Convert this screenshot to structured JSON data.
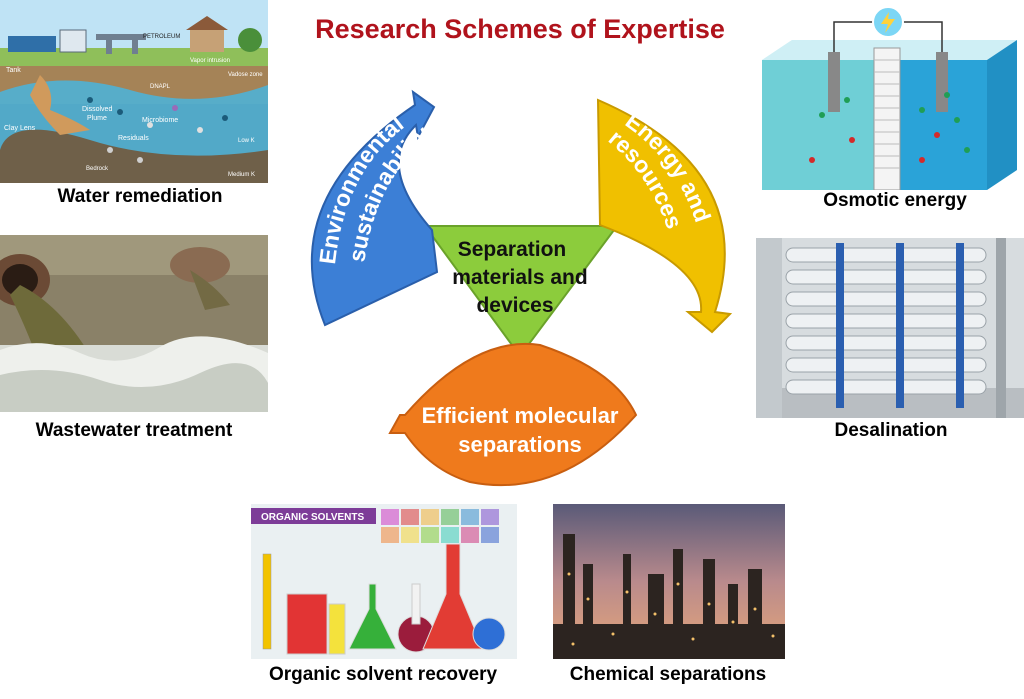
{
  "title": "Research Schemes of Expertise",
  "center": {
    "line1": "Separation",
    "line2": "materials and",
    "line3": "devices"
  },
  "arrows": {
    "environmental": {
      "line1": "Environmental",
      "line2": "sustainability",
      "color": "#3c7fd6"
    },
    "energy": {
      "line1": "Energy and",
      "line2": "resources",
      "color": "#f0c000"
    },
    "efficient": {
      "line1": "Efficient molecular",
      "line2": "separations",
      "color": "#ef7a1c"
    },
    "center_color": "#8ccc3c"
  },
  "panels": {
    "water_remediation": {
      "caption": "Water remediation",
      "labels": {
        "petroleum": "PETROLEUM",
        "tank": "Tank",
        "vapor": "Vapor intrusion",
        "vadose": "Vadose zone",
        "dnapl": "DNAPL",
        "dissolved": "Dissolved",
        "plume": "Plume",
        "microbiome": "Microbiome",
        "clay": "Clay Lens",
        "residuals": "Residuals",
        "bedrock": "Bedrock",
        "lowk": "Low K",
        "mediumk": "Medium K"
      }
    },
    "wastewater": {
      "caption": "Wastewater treatment"
    },
    "osmotic": {
      "caption": "Osmotic energy"
    },
    "desalination": {
      "caption": "Desalination"
    },
    "organic": {
      "caption": "Organic solvent recovery",
      "banner": "ORGANIC SOLVENTS"
    },
    "chemical": {
      "caption": "Chemical separations"
    }
  }
}
